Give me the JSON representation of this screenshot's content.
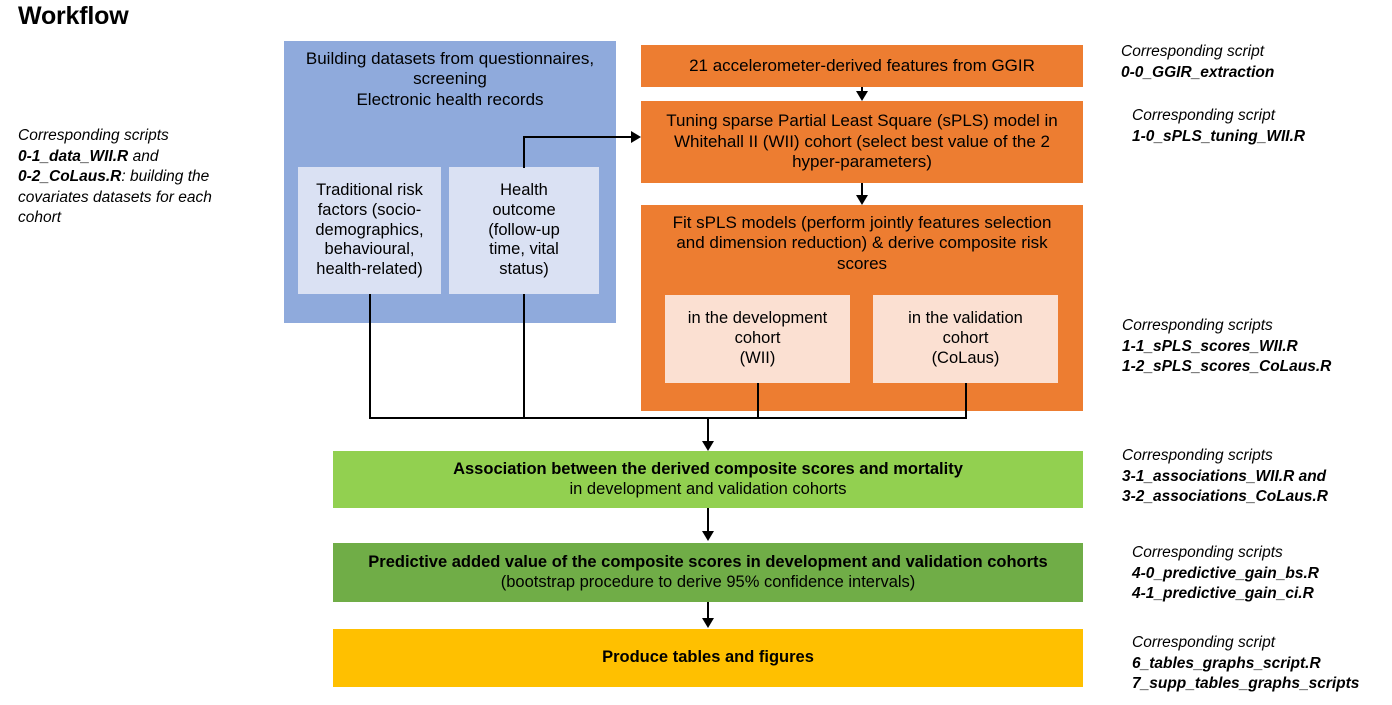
{
  "page": {
    "title": "Workflow"
  },
  "diagram": {
    "type": "flowchart",
    "boxes": {
      "building": {
        "lines": [
          "Building datasets from questionnaires,",
          "screening",
          "Electronic health records"
        ],
        "color": "#8FAADC"
      },
      "traditional_risk_factors": {
        "lines": [
          "Traditional risk",
          "factors (socio-",
          "demographics,",
          "behavioural,",
          "health-related)"
        ],
        "color": "#DAE1F3"
      },
      "health_outcome": {
        "lines": [
          "Health",
          "outcome",
          "(follow-up",
          "time, vital",
          "status)"
        ],
        "color": "#DAE1F3"
      },
      "ggir_features": {
        "lines": [
          "21 accelerometer-derived features from GGIR"
        ],
        "color": "#ED7D31"
      },
      "tuning_spls": {
        "lines": [
          "Tuning sparse Partial Least Square (sPLS) model in",
          "Whitehall II (WII) cohort (select best value of the 2",
          "hyper-parameters)"
        ],
        "color": "#ED7D31"
      },
      "fit_spls": {
        "lines": [
          "Fit sPLS models (perform jointly features selection",
          "and dimension reduction) & derive composite risk",
          "scores"
        ],
        "color": "#ED7D31"
      },
      "development_cohort": {
        "lines": [
          "in the development",
          "cohort",
          "(WII)"
        ],
        "color": "#FBE0D2"
      },
      "validation_cohort": {
        "lines": [
          "in the validation",
          "cohort",
          "(CoLaus)"
        ],
        "color": "#FBE0D2"
      },
      "association": {
        "line_bold": "Association between the derived composite scores and mortality",
        "line_regular": "in development and validation cohorts",
        "color": "#92D050"
      },
      "predictive_value": {
        "line_bold": "Predictive added value of the composite scores in development and validation cohorts",
        "line_regular": "(bootstrap procedure to derive 95% confidence intervals)",
        "color": "#70AD47"
      },
      "produce_tables": {
        "line_bold": "Produce tables and figures",
        "color": "#FFC000"
      }
    },
    "notes": {
      "left_covariates": {
        "heading": "Corresponding scripts",
        "body": "0-1_data_WII.R and\n0-2_CoLaus.R: building the\ncovariates datasets for each\ncohort",
        "scripts": [
          "0-1_data_WII.R",
          "0-2_CoLaus.R"
        ]
      },
      "ggir": {
        "heading": "Corresponding script",
        "scripts": [
          "0-0_GGIR_extraction"
        ]
      },
      "tuning": {
        "heading": "Corresponding script",
        "scripts": [
          "1-0_sPLS_tuning_WII.R"
        ]
      },
      "scores": {
        "heading": "Corresponding scripts",
        "scripts": [
          "1-1_sPLS_scores_WII.R",
          "1-2_sPLS_scores_CoLaus.R"
        ]
      },
      "associations": {
        "heading": "Corresponding scripts",
        "scripts": [
          "3-1_associations_WII.R and",
          "3-2_associations_CoLaus.R"
        ]
      },
      "predictive": {
        "heading": "Corresponding scripts",
        "scripts": [
          "4-0_predictive_gain_bs.R",
          "4-1_predictive_gain_ci.R"
        ]
      },
      "graphs": {
        "heading": "Corresponding script",
        "scripts": [
          "6_tables_graphs_script.R",
          "7_supp_tables_graphs_scripts"
        ]
      }
    }
  }
}
